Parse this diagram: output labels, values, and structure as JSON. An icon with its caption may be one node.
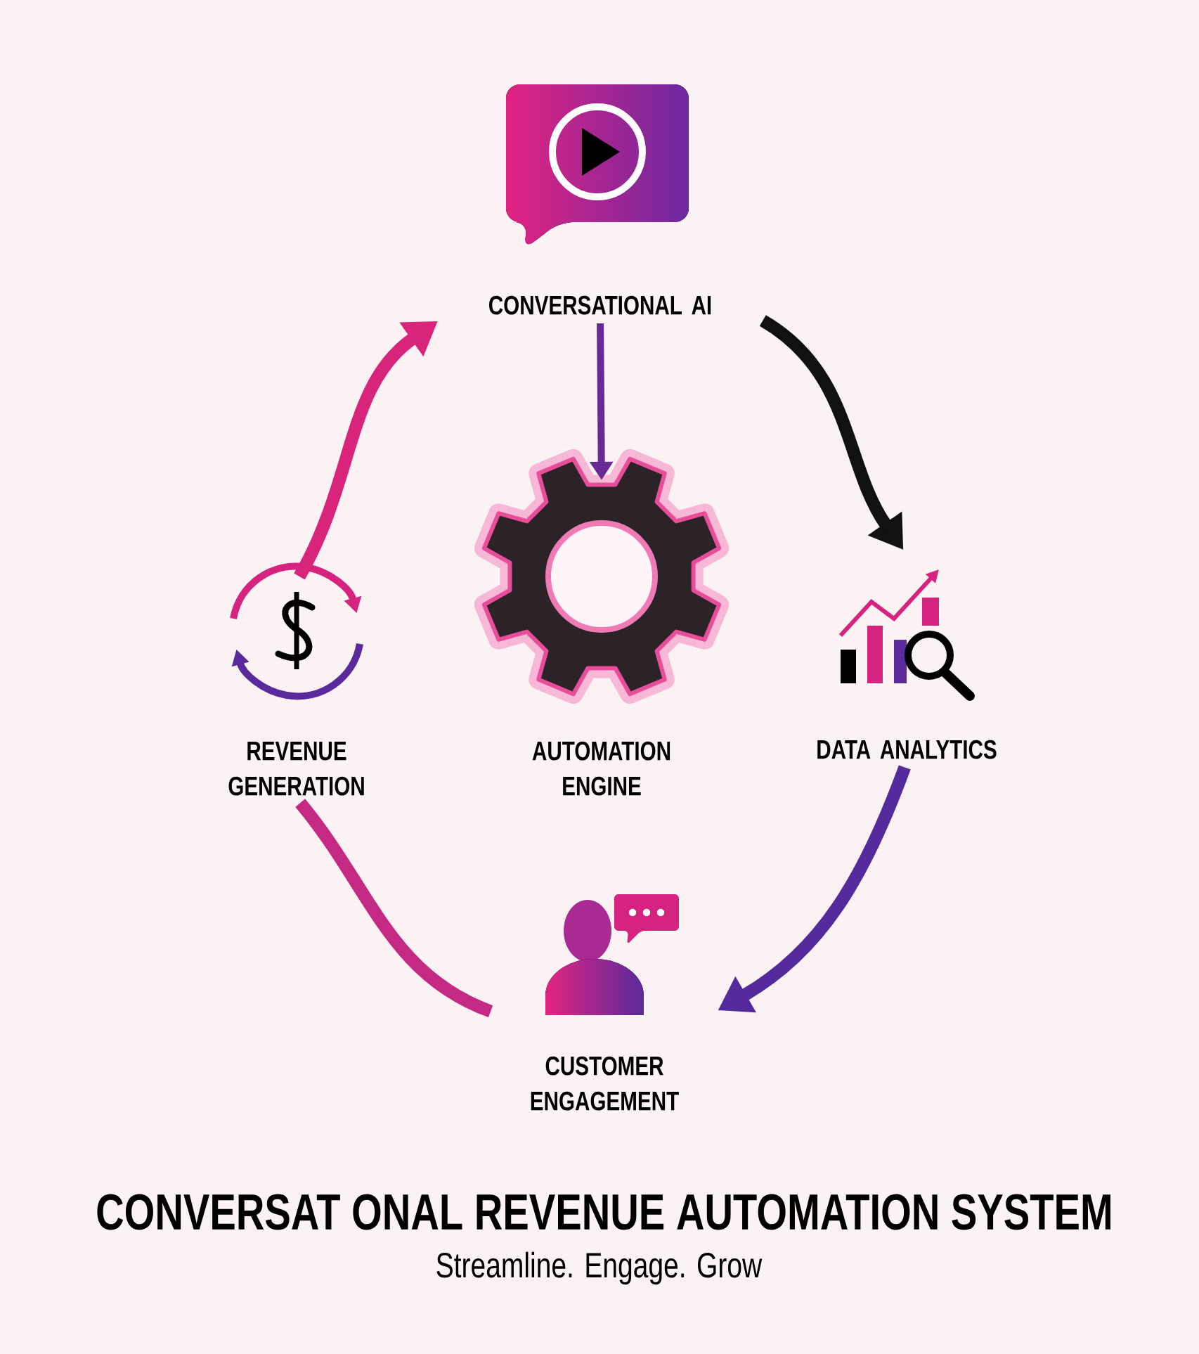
{
  "diagram": {
    "title": "CONVERSAT ONAL REVENUE AUTOMATION SYSTEM",
    "caption": "Streamline. Engage. Grow",
    "nodes": [
      {
        "text": [
          "CONVERSATIONAL AI"
        ]
      },
      {
        "text": [
          "AUTOMATION ENGINE"
        ]
      },
      {
        "text": [
          "DATA ANALYTICS"
        ]
      },
      {
        "text": [
          "CUSTOMER ENGAGEMENT"
        ]
      },
      {
        "text": [
          "REVENUE GENERATION"
        ]
      }
    ],
    "edges": [
      {
        "from": 0,
        "to": 2,
        "arrow": "to",
        "color": "#111111"
      },
      {
        "from": 2,
        "to": 3,
        "arrow": "to",
        "color": "#552a9c"
      },
      {
        "from": 3,
        "to": 4,
        "arrow": "none",
        "color": "#c42a84"
      },
      {
        "from": 4,
        "to": 0,
        "arrow": "to",
        "color": "#d9247c"
      },
      {
        "from": 0,
        "to": 1,
        "arrow": "to",
        "color": "#6a2a96"
      }
    ]
  }
}
